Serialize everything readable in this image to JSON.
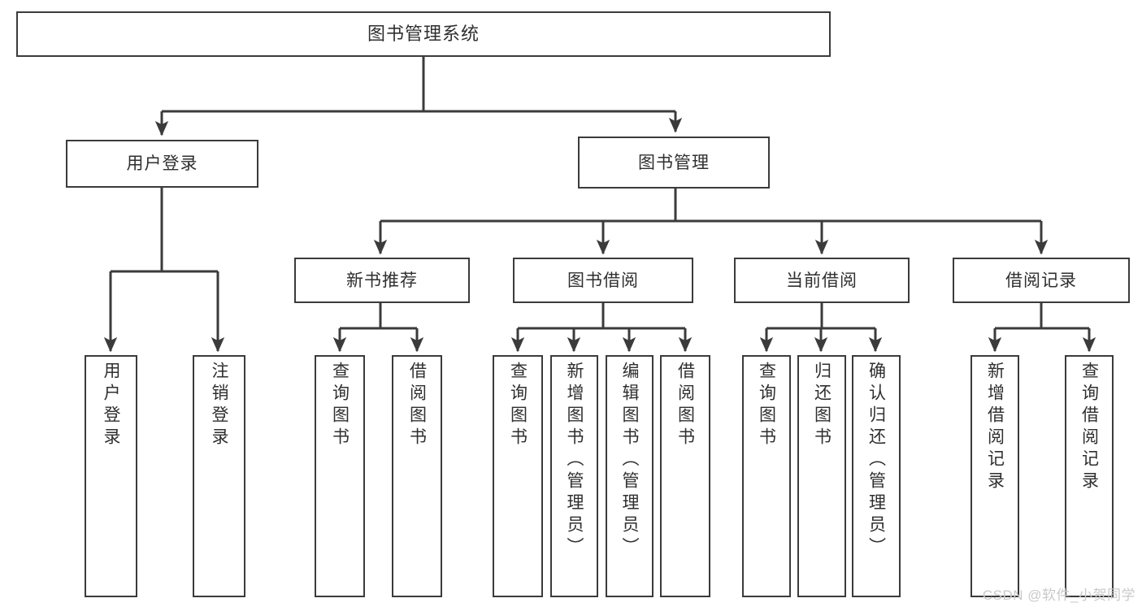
{
  "diagram": {
    "type": "hierarchy-tree",
    "title": "图书管理系统",
    "watermark": "CSDN @软件_小贺同学",
    "colors": {
      "box_border": "#3b3b3b",
      "box_fill": "#ffffff",
      "edge": "#3b3b3b",
      "text": "#2f2f2f",
      "watermark": "#c9c9c9"
    },
    "levels": [
      {
        "level": 1,
        "labels": [
          "图书管理系统"
        ]
      },
      {
        "level": 2,
        "labels": [
          "用户登录",
          "图书管理"
        ]
      },
      {
        "level": 3,
        "labels": [
          "新书推荐",
          "图书借阅",
          "当前借阅",
          "借阅记录"
        ]
      },
      {
        "level": 4,
        "labels": [
          "用户登录",
          "注销登录",
          "查询图书",
          "借阅图书",
          "查询图书",
          "新增图书（管理员）",
          "编辑图书（管理员）",
          "借阅图书",
          "查询图书",
          "归还图书",
          "确认归还（管理员）",
          "新增借阅记录",
          "查询借阅记录"
        ]
      }
    ],
    "nodes": {
      "root": {
        "label": "图书管理系统"
      },
      "user_login": {
        "label": "用户登录"
      },
      "book_manage": {
        "label": "图书管理"
      },
      "new_book_rec": {
        "label": "新书推荐"
      },
      "book_borrow": {
        "label": "图书借阅"
      },
      "current_borrow": {
        "label": "当前借阅"
      },
      "borrow_record": {
        "label": "借阅记录"
      },
      "leaf_user_login": {
        "label": "用户登录"
      },
      "leaf_logout": {
        "label": "注销登录"
      },
      "leaf_query_book_1": {
        "label": "查询图书"
      },
      "leaf_borrow_book_1": {
        "label": "借阅图书"
      },
      "leaf_query_book_2": {
        "label": "查询图书"
      },
      "leaf_add_book": {
        "label": "新增图书（管理员）"
      },
      "leaf_edit_book": {
        "label": "编辑图书（管理员）"
      },
      "leaf_borrow_book_2": {
        "label": "借阅图书"
      },
      "leaf_query_book_3": {
        "label": "查询图书"
      },
      "leaf_return_book": {
        "label": "归还图书"
      },
      "leaf_confirm_return": {
        "label": "确认归还（管理员）"
      },
      "leaf_add_record": {
        "label": "新增借阅记录"
      },
      "leaf_query_record": {
        "label": "查询借阅记录"
      }
    },
    "edges": [
      {
        "from": "root",
        "to": "user_login"
      },
      {
        "from": "root",
        "to": "book_manage"
      },
      {
        "from": "user_login",
        "to": "leaf_user_login"
      },
      {
        "from": "user_login",
        "to": "leaf_logout"
      },
      {
        "from": "book_manage",
        "to": "new_book_rec"
      },
      {
        "from": "book_manage",
        "to": "book_borrow"
      },
      {
        "from": "book_manage",
        "to": "current_borrow"
      },
      {
        "from": "book_manage",
        "to": "borrow_record"
      },
      {
        "from": "new_book_rec",
        "to": "leaf_query_book_1"
      },
      {
        "from": "new_book_rec",
        "to": "leaf_borrow_book_1"
      },
      {
        "from": "book_borrow",
        "to": "leaf_query_book_2"
      },
      {
        "from": "book_borrow",
        "to": "leaf_add_book"
      },
      {
        "from": "book_borrow",
        "to": "leaf_edit_book"
      },
      {
        "from": "book_borrow",
        "to": "leaf_borrow_book_2"
      },
      {
        "from": "current_borrow",
        "to": "leaf_query_book_3"
      },
      {
        "from": "current_borrow",
        "to": "leaf_return_book"
      },
      {
        "from": "current_borrow",
        "to": "leaf_confirm_return"
      },
      {
        "from": "borrow_record",
        "to": "leaf_add_record"
      },
      {
        "from": "borrow_record",
        "to": "leaf_query_record"
      }
    ]
  }
}
